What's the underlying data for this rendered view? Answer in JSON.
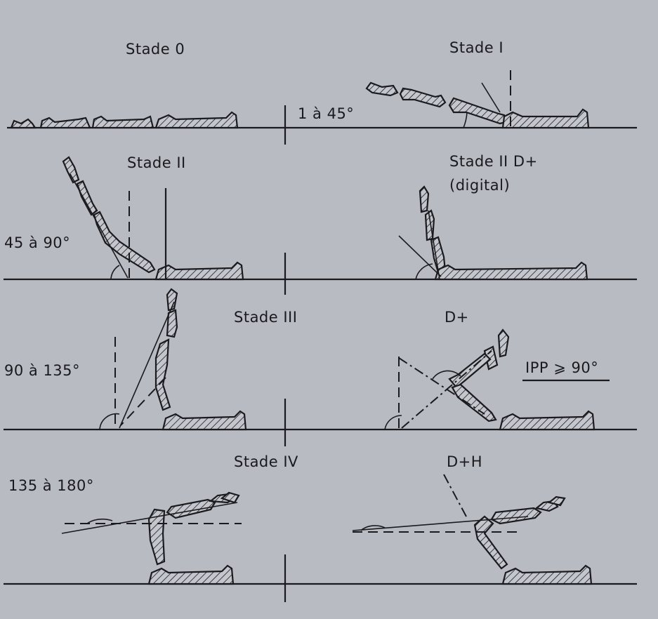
{
  "labels": {
    "stade0": "Stade 0",
    "stade1": "Stade I",
    "angle1": "1 à 45°",
    "stade2": "Stade II",
    "stade2d": "Stade II D+",
    "digital": "(digital)",
    "angle2": "45 à 90°",
    "stade3": "Stade III",
    "dplus": "D+",
    "angle3": "90 à 135°",
    "ipp": "IPP ⩾ 90°",
    "stade4": "Stade IV",
    "dh": "D+H",
    "angle4": "135 à 180°"
  },
  "colors": {
    "paper": "#b9bbc3",
    "ink": "#1b1b1f"
  }
}
